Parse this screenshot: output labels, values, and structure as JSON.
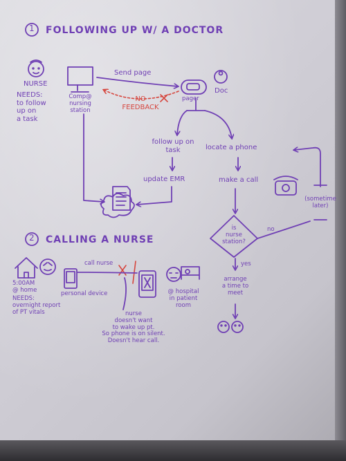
{
  "colors": {
    "ink": "#6f3fb4",
    "red_ink": "#d6463e",
    "board": "#d3d2d8",
    "frame": "#3a393d"
  },
  "section1": {
    "number": "1",
    "title": "FOLLOWING UP W/ A DOCTOR",
    "nurse_label": "NURSE",
    "needs_text": "NEEDS:\nto follow\nup on\na task",
    "computer_label": "Comp@\nnursing\nstation",
    "send_page": "Send page",
    "no_feedback": "NO\nFEEDBACK",
    "pager_label": "pager",
    "doc_label": "Doc",
    "follow_up": "follow up on\ntask",
    "update_emr": "update EMR",
    "locate_phone": "locate a phone",
    "make_call": "make a call",
    "sometime_later": "(sometime\nlater)",
    "decision": "is\nnurse\nstation?",
    "yes": "yes",
    "no": "no",
    "arrange": "arrange\na time to\nmeet"
  },
  "section2": {
    "number": "2",
    "title": "CALLING A NURSE",
    "time_label": "5:00AM\n@ home",
    "needs_text": "NEEDS:\novernight report\nof PT vitals",
    "device_label": "personal device",
    "call_nurse": "call nurse",
    "hospital_label": "@ hospital\nin patient\nroom",
    "reason": "nurse\ndoesn't want\nto wake up pt.\nSo phone is on silent.\nDoesn't hear call."
  },
  "icons": [
    "nurse-head-icon",
    "computer-icon",
    "pager-icon",
    "doctor-head-icon",
    "document-icon",
    "cloud-icon",
    "telephone-icon",
    "house-icon",
    "person-head-icon",
    "phone-device-icon",
    "hospital-bed-icon",
    "meeting-faces-icon"
  ]
}
